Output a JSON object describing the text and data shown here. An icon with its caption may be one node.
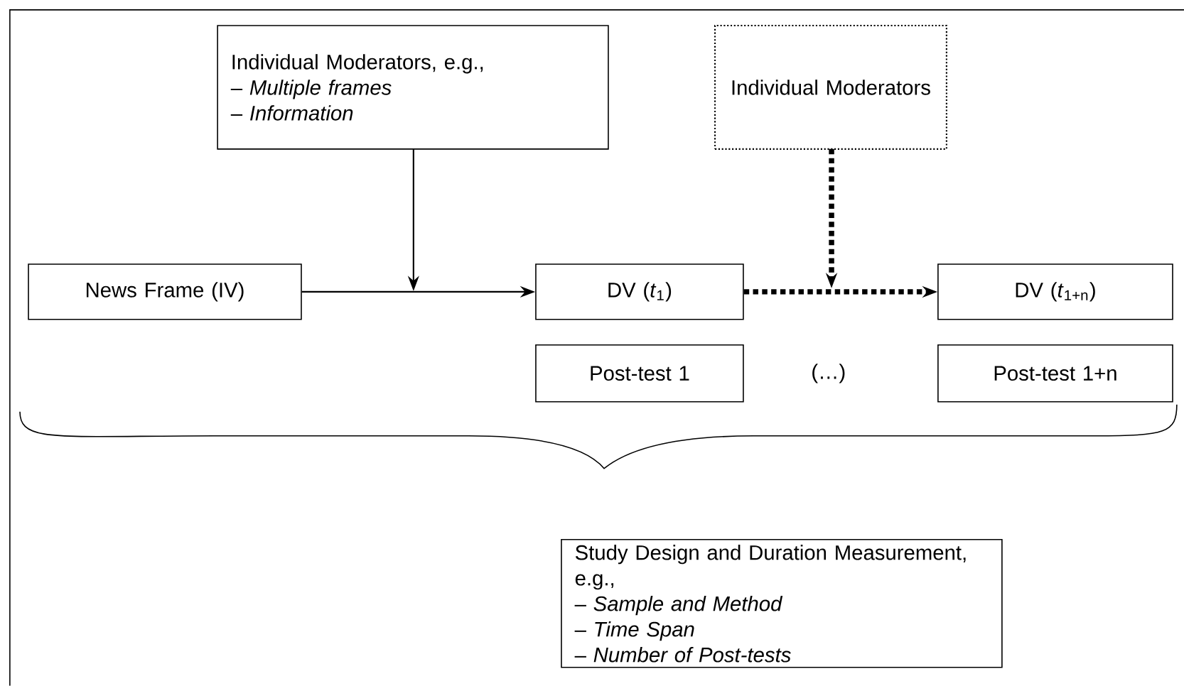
{
  "diagram": {
    "nodes": [
      {
        "text": [
          "Individual Moderators, e.g.,",
          "– *Multiple frames*",
          "– *Information*"
        ]
      },
      {
        "text": [
          "Individual Moderators"
        ]
      },
      {
        "text": [
          "News Frame (IV)"
        ]
      },
      {
        "text": [
          "DV (*t*$_{1}$)"
        ]
      },
      {
        "text": [
          "DV (*t*$_{1+n}$)"
        ]
      },
      {
        "text": [
          "Post-test 1"
        ]
      },
      {
        "text": [
          "Post-test 1+n"
        ]
      },
      {
        "text": [
          "Study Design and Duration Measurement, e.g.,",
          "– *Sample and Method*",
          "– *Time Span*",
          "– *Number of Post-tests*"
        ]
      }
    ],
    "edges": [
      {
        "from": 0,
        "to": null,
        "arrow": "to"
      },
      {
        "from": 2,
        "to": 3,
        "arrow": "to"
      },
      {
        "from": 1,
        "to": null,
        "arrow": "to",
        "style": "dashed"
      },
      {
        "from": 3,
        "to": 4,
        "arrow": "to",
        "style": "dashed"
      }
    ],
    "labels": [
      "(…)"
    ]
  }
}
